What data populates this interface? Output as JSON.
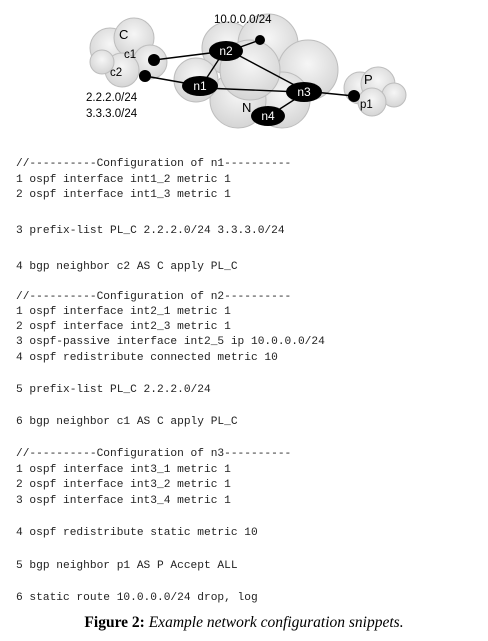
{
  "figure": {
    "clouds": {
      "customer_label": "C",
      "network_label": "N",
      "peer_label": "P"
    },
    "routers": [
      {
        "id": "n1",
        "label": "n1"
      },
      {
        "id": "n2",
        "label": "n2"
      },
      {
        "id": "n3",
        "label": "n3"
      },
      {
        "id": "n4",
        "label": "n4"
      }
    ],
    "endpoints": [
      {
        "id": "c1",
        "label": "c1"
      },
      {
        "id": "c2",
        "label": "c2"
      },
      {
        "id": "p1",
        "label": "p1"
      }
    ],
    "prefixes": {
      "n2_prefix": "10.0.0.0/24",
      "c2_prefix_1": "2.2.2.0/24",
      "c2_prefix_2": "3.3.3.0/24"
    }
  },
  "config_lines": [
    "//----------Configuration of n1----------",
    "1 ospf interface int1_2 metric 1",
    "2 ospf interface int1_3 metric 1",
    "3 prefix-list PL_C 2.2.2.0/24 3.3.3.0/24",
    "4 bgp neighbor c2 AS C apply PL_C",
    "//----------Configuration of n2----------",
    "1 ospf interface int2_1 metric 1",
    "2 ospf interface int2_3 metric 1",
    "3 ospf-passive interface int2_5 ip 10.0.0.0/24",
    "4 ospf redistribute connected metric 10",
    "5 prefix-list PL_C 2.2.2.0/24",
    "6 bgp neighbor c1 AS C apply PL_C",
    "//----------Configuration of n3----------",
    "1 ospf interface int3_1 metric 1",
    "2 ospf interface int3_2 metric 1",
    "3 ospf interface int3_4 metric 1",
    "4 ospf redistribute static metric 10",
    "5 bgp neighbor p1 AS P Accept ALL",
    "6 static route 10.0.0.0/24 drop, log"
  ],
  "caption": {
    "label": "Figure 2:",
    "text": "Example network configuration snippets."
  }
}
